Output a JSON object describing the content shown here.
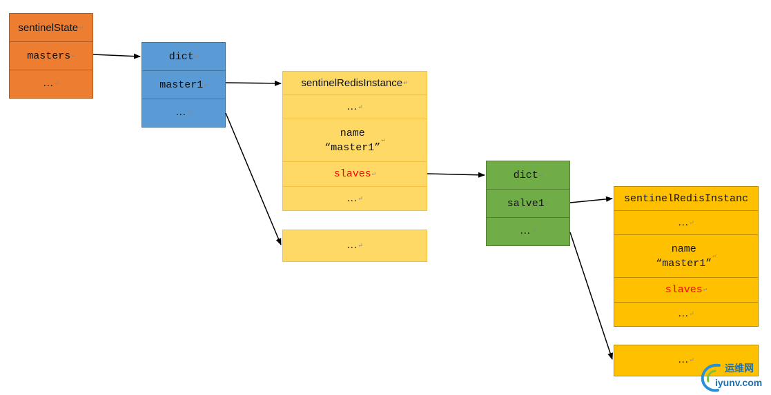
{
  "continuation_mark": "↵",
  "sentinel_state": {
    "rows": [
      "sentinelState",
      "masters",
      "…"
    ]
  },
  "masters_dict": {
    "rows": [
      "dict",
      "master1",
      "…"
    ]
  },
  "master_instance": {
    "rows": [
      "sentinelRedisInstance",
      "…",
      "name\n“master1”",
      "slaves",
      "…"
    ]
  },
  "master_next": {
    "rows": [
      "…"
    ]
  },
  "slaves_dict": {
    "rows": [
      "dict",
      "salve1",
      "…"
    ]
  },
  "slave_instance": {
    "rows": [
      "sentinelRedisInstanc",
      "…",
      "name\n“master1”",
      "slaves",
      "…"
    ]
  },
  "slave_next": {
    "rows": [
      "…"
    ]
  },
  "watermark": {
    "top": "运维网",
    "bottom": "iyunv.com"
  },
  "colors": {
    "orange": "#ed7d31",
    "blue": "#5b9bd5",
    "light_yellow": "#ffd966",
    "green": "#70ad47",
    "dark_yellow": "#ffc000",
    "highlight_text": "#ff0000"
  }
}
